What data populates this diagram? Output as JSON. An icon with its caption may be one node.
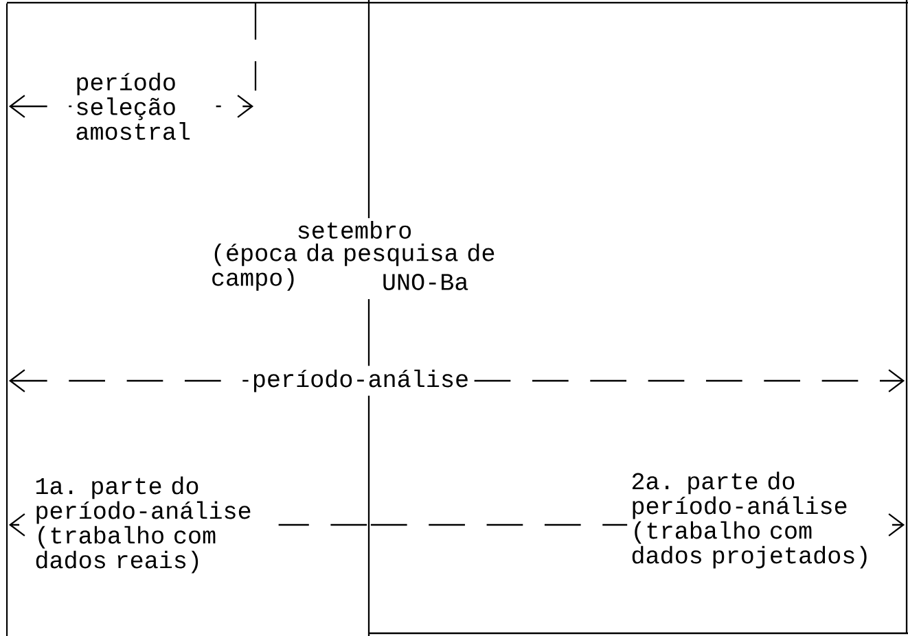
{
  "diagram": {
    "nodes": [
      {
        "text": [],
        "shape": "bar"
      },
      {
        "text": [],
        "shape": "bar"
      },
      {
        "text": [],
        "shape": "bar",
        "beside": [
          "setembro",
          "(época da pesquisa de campo)",
          "UNO-Ba"
        ]
      },
      {
        "text": [],
        "shape": "bar"
      }
    ],
    "edges": [
      {
        "from": 0,
        "to": 1,
        "arrow": "both",
        "style": "dashed",
        "label": "período seleção amostral"
      },
      {
        "from": 0,
        "to": 3,
        "arrow": "both",
        "style": "dashed",
        "label": "período-análise"
      },
      {
        "from": 2,
        "to": 0,
        "arrow": "to",
        "style": "dashed",
        "label": "1a. parte do período-análise (trabalho com dados reais)"
      },
      {
        "from": 2,
        "to": 3,
        "arrow": "to",
        "style": "dashed",
        "label": "2a. parte do período-análise (trabalho com dados projetados)"
      }
    ]
  }
}
